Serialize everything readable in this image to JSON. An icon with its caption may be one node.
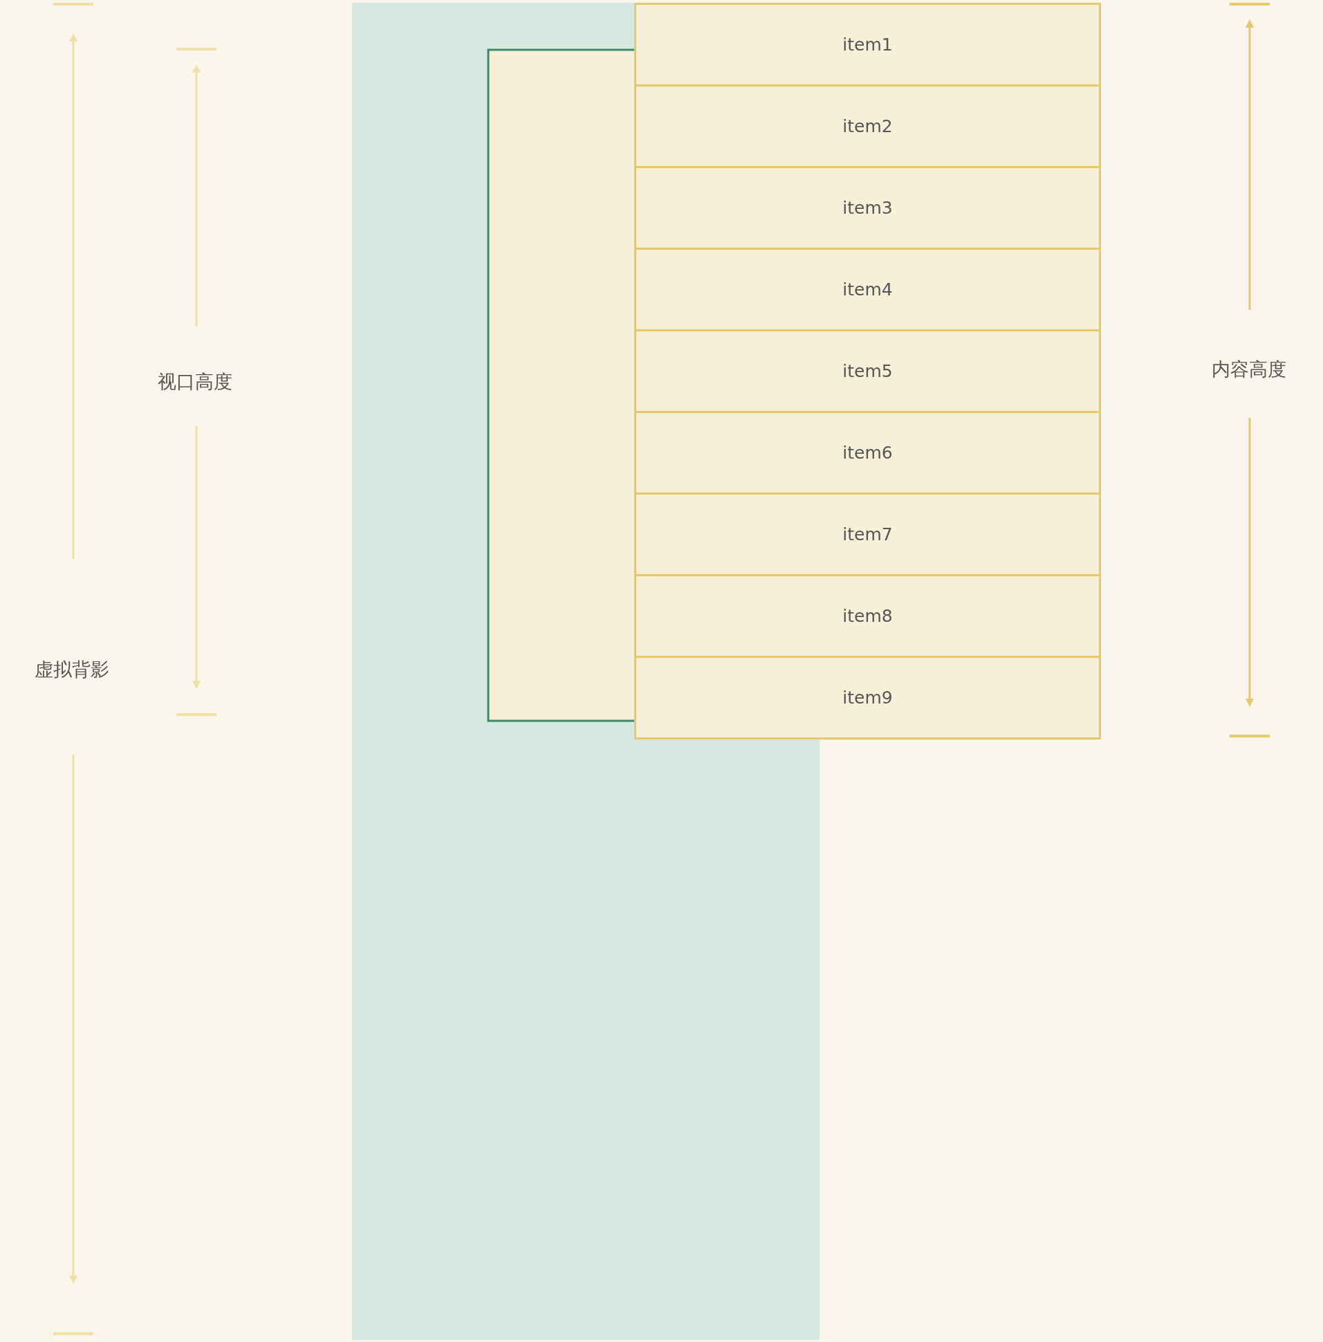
{
  "diagram": {
    "nodes": [
      {
        "text": [
          "item1"
        ]
      },
      {
        "text": [
          "item2"
        ]
      },
      {
        "text": [
          "item3"
        ]
      },
      {
        "text": [
          "item4"
        ]
      },
      {
        "text": [
          "item5"
        ]
      },
      {
        "text": [
          "item6"
        ]
      },
      {
        "text": [
          "item7"
        ]
      },
      {
        "text": [
          "item8"
        ]
      },
      {
        "text": [
          "item9"
        ]
      }
    ],
    "labels": [
      "视口高度",
      "内容高度",
      "虚拟背影"
    ]
  }
}
